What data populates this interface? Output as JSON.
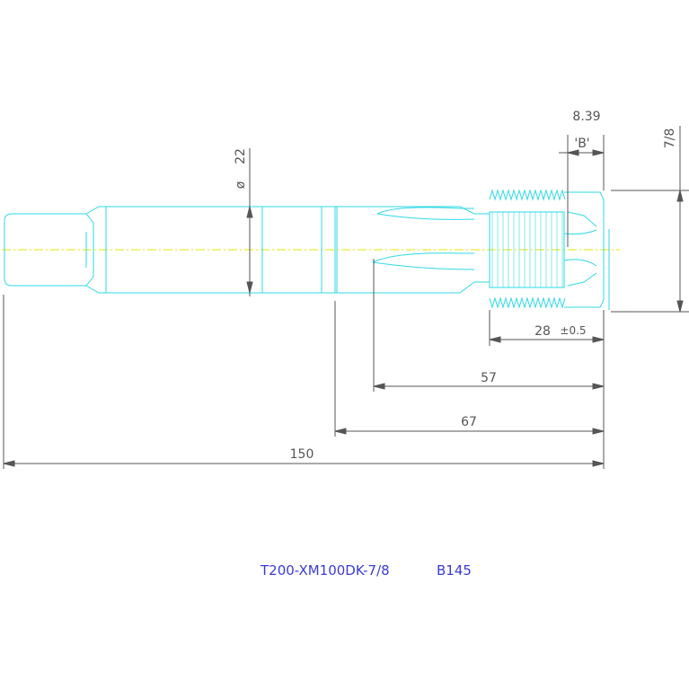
{
  "colors": {
    "outline": "#2fd9e6",
    "dimension": "#555555",
    "centerline": "#e6e600",
    "caption": "#3b3bd6",
    "paper": "#ffffff"
  },
  "dimensions": {
    "diameter_symbol": "ø",
    "diameter": "22",
    "detail_ref": "'B'",
    "chamfer": "8.39",
    "thread_size": "7/8",
    "thread_length": "28",
    "thread_length_tol": "±0.5",
    "flute_length": "57",
    "reach": "67",
    "overall_length": "150"
  },
  "caption": {
    "part_number": "T200-XM100DK-7/8",
    "code": "B145"
  }
}
